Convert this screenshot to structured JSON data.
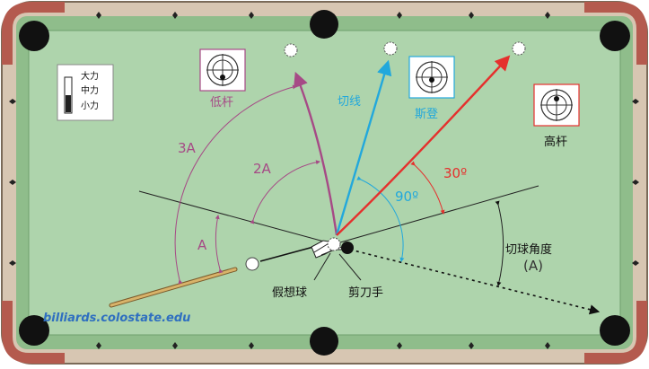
{
  "colors": {
    "rail": "#d7c6b2",
    "rail_dark": "#7a6a58",
    "corner": "#b45a4e",
    "felt": "#aed4ac",
    "cushion": "#8fbd8b",
    "purple": "#a64a86",
    "blue": "#22a8dc",
    "red": "#e5302d",
    "black": "#111111"
  },
  "power_legend": {
    "high": "大力",
    "mid": "中力",
    "low": "小力"
  },
  "labels": {
    "low_spin": "低杆",
    "tangent_line": "切线",
    "stun": "斯登",
    "high_spin": "高杆",
    "angle_3a": "3A",
    "angle_2a": "2A",
    "angle_a": "A",
    "angle_90": "90º",
    "angle_30": "30º",
    "cut_angle": "切球角度",
    "cut_angle_symbol": "(A)",
    "ghost_ball": "假想球",
    "scissor_hand": "剪刀手",
    "credit": "billiards.colostate.edu"
  }
}
